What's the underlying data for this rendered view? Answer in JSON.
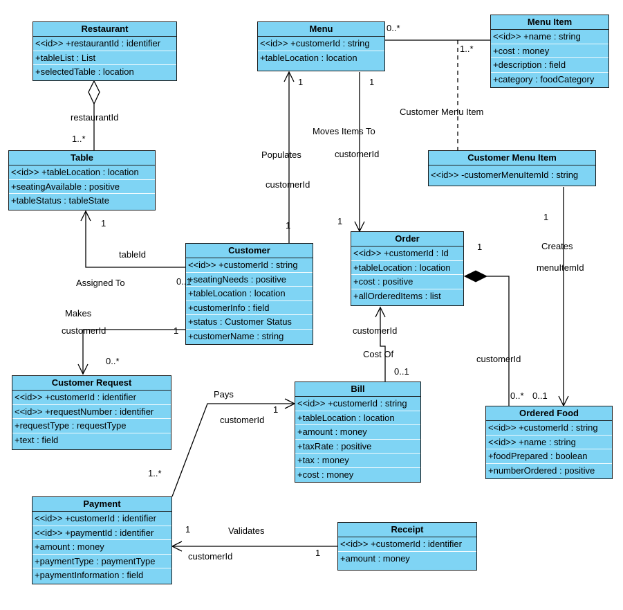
{
  "classes": {
    "restaurant": {
      "name": "Restaurant",
      "attrs": [
        "<<id>> +restaurantId : identifier",
        "+tableList : List",
        "+selectedTable : location"
      ]
    },
    "table": {
      "name": "Table",
      "attrs": [
        "<<id>> +tableLocation : location",
        "+seatingAvailable : positive",
        "+tableStatus : tableState"
      ]
    },
    "menu": {
      "name": "Menu",
      "attrs": [
        "<<id>> +customerId : string",
        "+tableLocation : location"
      ]
    },
    "menu_item": {
      "name": "Menu Item",
      "attrs": [
        "<<id>> +name : string",
        "+cost : money",
        "+description : field",
        "+category : foodCategory"
      ]
    },
    "customer_menu_item": {
      "name": "Customer Menu Item",
      "attrs": [
        "<<id>> -customerMenuItemId : string"
      ]
    },
    "customer": {
      "name": "Customer",
      "attrs": [
        "<<id>> +customerId : string",
        "+seatingNeeds : positive",
        "+tableLocation : location",
        "+customerInfo : field",
        "+status : Customer Status",
        "+customerName : string"
      ]
    },
    "order": {
      "name": "Order",
      "attrs": [
        "<<id>> +customerId : Id",
        "+tableLocation : location",
        "+cost : positive",
        "+allOrderedItems : list"
      ]
    },
    "customer_request": {
      "name": "Customer Request",
      "attrs": [
        "<<id>> +customerId : identifier",
        "<<id>> +requestNumber : identifier",
        "+requestType : requestType",
        "+text : field"
      ]
    },
    "bill": {
      "name": "Bill",
      "attrs": [
        "<<id>> +customerId : string",
        "+tableLocation : location",
        "+amount : money",
        "+taxRate : positive",
        "+tax : money",
        "+cost : money"
      ]
    },
    "ordered_food": {
      "name": "Ordered Food",
      "attrs": [
        "<<id>> +customerId : string",
        "<<id>> +name : string",
        "+foodPrepared : boolean",
        "+numberOrdered : positive"
      ]
    },
    "payment": {
      "name": "Payment",
      "attrs": [
        "<<id>> +customerId : identifier",
        "<<id>> +paymentId : identifier",
        "+amount : money",
        "+paymentType : paymentType",
        "+paymentInformation : field"
      ]
    },
    "receipt": {
      "name": "Receipt",
      "attrs": [
        "<<id>> +customerId : identifier",
        "+amount : money"
      ]
    }
  },
  "labels": {
    "menu_mi_mult_menu": "0..*",
    "menu_mi_mult_item": "1..*",
    "customer_menu_item_assoc": "Customer Menu Item",
    "restaurant_id": "restaurantId",
    "table_mult": "1..*",
    "menu_mult_a": "1",
    "menu_mult_b": "1",
    "moves_items_to": "Moves Items To",
    "customer_id_order": "customerId",
    "populates": "Populates",
    "customer_id_menu": "customerId",
    "order_mult_top": "1",
    "customer_mult_top": "1",
    "table_mult_bottom": "1",
    "table_id": "tableId",
    "assigned_to": "Assigned To",
    "customer_mult_left": "0..1",
    "makes": "Makes",
    "customer_id_request": "customerId",
    "customer_mult_right": "1",
    "request_mult": "0..*",
    "cmi_mult": "1",
    "creates": "Creates",
    "menu_item_id": "menuItemId",
    "order_mult_right": "1",
    "customer_id_bill": "customerId",
    "cost_of": "Cost Of",
    "bill_mult": "0..1",
    "customer_id_food": "customerId",
    "food_mult_a": "0..*",
    "food_mult_b": "0..1",
    "pays": "Pays",
    "customer_id_pays": "customerId",
    "bill_mult_left": "1",
    "payment_mult": "1..*",
    "validates": "Validates",
    "payment_mult_right": "1",
    "customer_id_receipt": "customerId",
    "receipt_mult": "1"
  }
}
